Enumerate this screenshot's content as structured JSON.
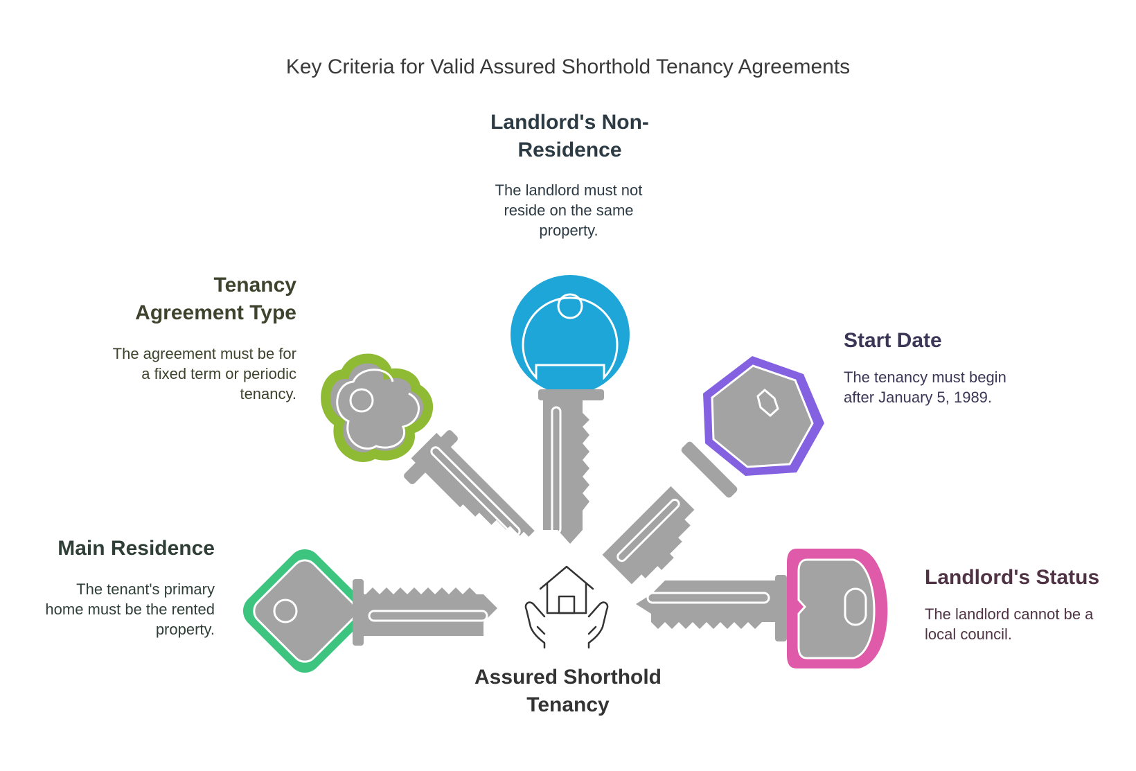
{
  "title": "Key Criteria for Valid Assured Shorthold Tenancy Agreements",
  "center": {
    "label": "Assured Shorthold Tenancy",
    "icon": "house-in-hands-icon"
  },
  "criteria": [
    {
      "id": "main-residence",
      "heading": "Main Residence",
      "description": "The tenant's primary home must be the rented property.",
      "color": "#3dc47e",
      "text_color": "#2f3f38"
    },
    {
      "id": "tenancy-agreement-type",
      "heading": "Tenancy Agreement Type",
      "description": "The agreement must be for a fixed term or periodic tenancy.",
      "color": "#8fba34",
      "text_color": "#3d432c"
    },
    {
      "id": "landlords-non-residence",
      "heading": "Landlord's Non-Residence",
      "description": "The landlord must not reside on the same property.",
      "color": "#1fa6d8",
      "text_color": "#2c3a44"
    },
    {
      "id": "start-date",
      "heading": "Start Date",
      "description": "The tenancy must begin after January 5, 1989.",
      "color": "#8461e0",
      "text_color": "#3b3556"
    },
    {
      "id": "landlords-status",
      "heading": "Landlord's Status",
      "description": "The landlord cannot be a local council.",
      "color": "#df5aa8",
      "text_color": "#4f3344"
    }
  ]
}
